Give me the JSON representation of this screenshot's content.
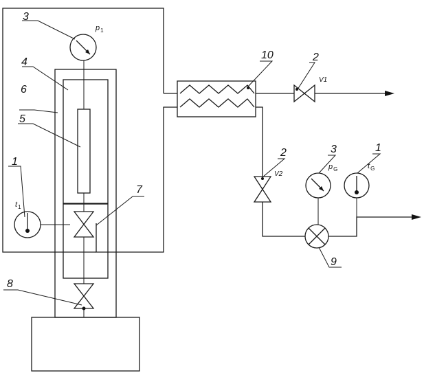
{
  "labels": {
    "gauge_top": "3",
    "inner_vessel": "4",
    "sample": "5",
    "outer_jacket": "6",
    "therm_left": "1",
    "valve_inner": "7",
    "valve_bottom": "8",
    "exchanger": "10",
    "valve_v1": "2",
    "valve_v2": "2",
    "gauge_right": "3",
    "therm_right": "1",
    "flowmeter": "9"
  },
  "symbols": {
    "p1": "p",
    "p1_sub": "1",
    "t1": "t",
    "t1_sub": "1",
    "pG": "p",
    "pG_sub": "G",
    "tG": "t",
    "tG_sub": "G",
    "v1": "V1",
    "v2": "V2"
  }
}
